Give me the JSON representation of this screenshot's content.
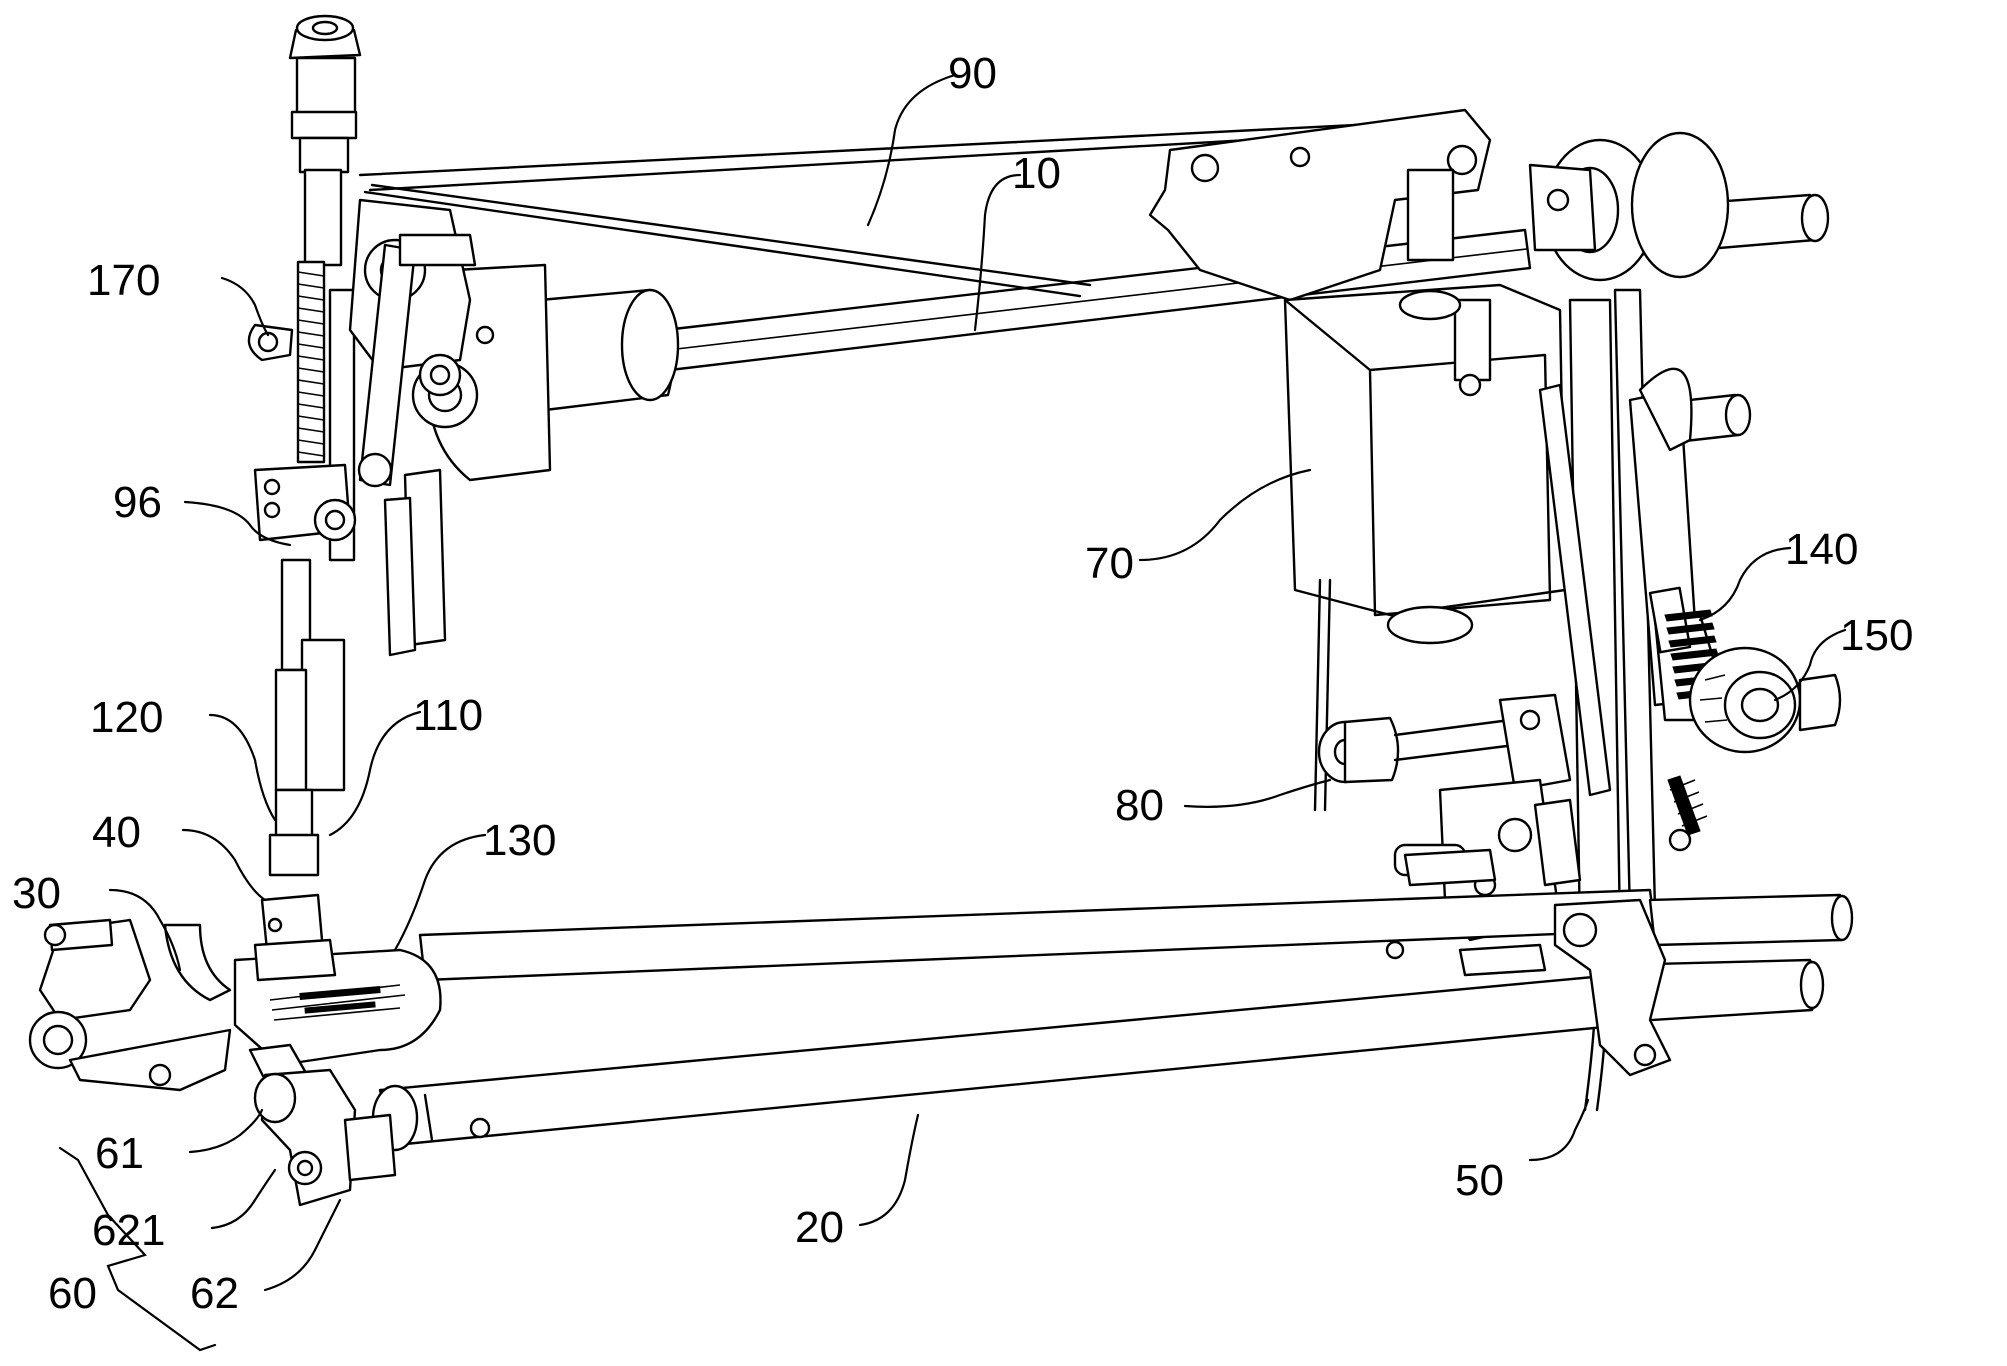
{
  "labels": {
    "n90": "90",
    "n10": "10",
    "n170": "170",
    "n96": "96",
    "n70": "70",
    "n140": "140",
    "n150": "150",
    "n120": "120",
    "n110": "110",
    "n130": "130",
    "n40": "40",
    "n30": "30",
    "n80": "80",
    "n61": "61",
    "n621": "621",
    "n60": "60",
    "n62": "62",
    "n20": "20",
    "n50": "50"
  }
}
